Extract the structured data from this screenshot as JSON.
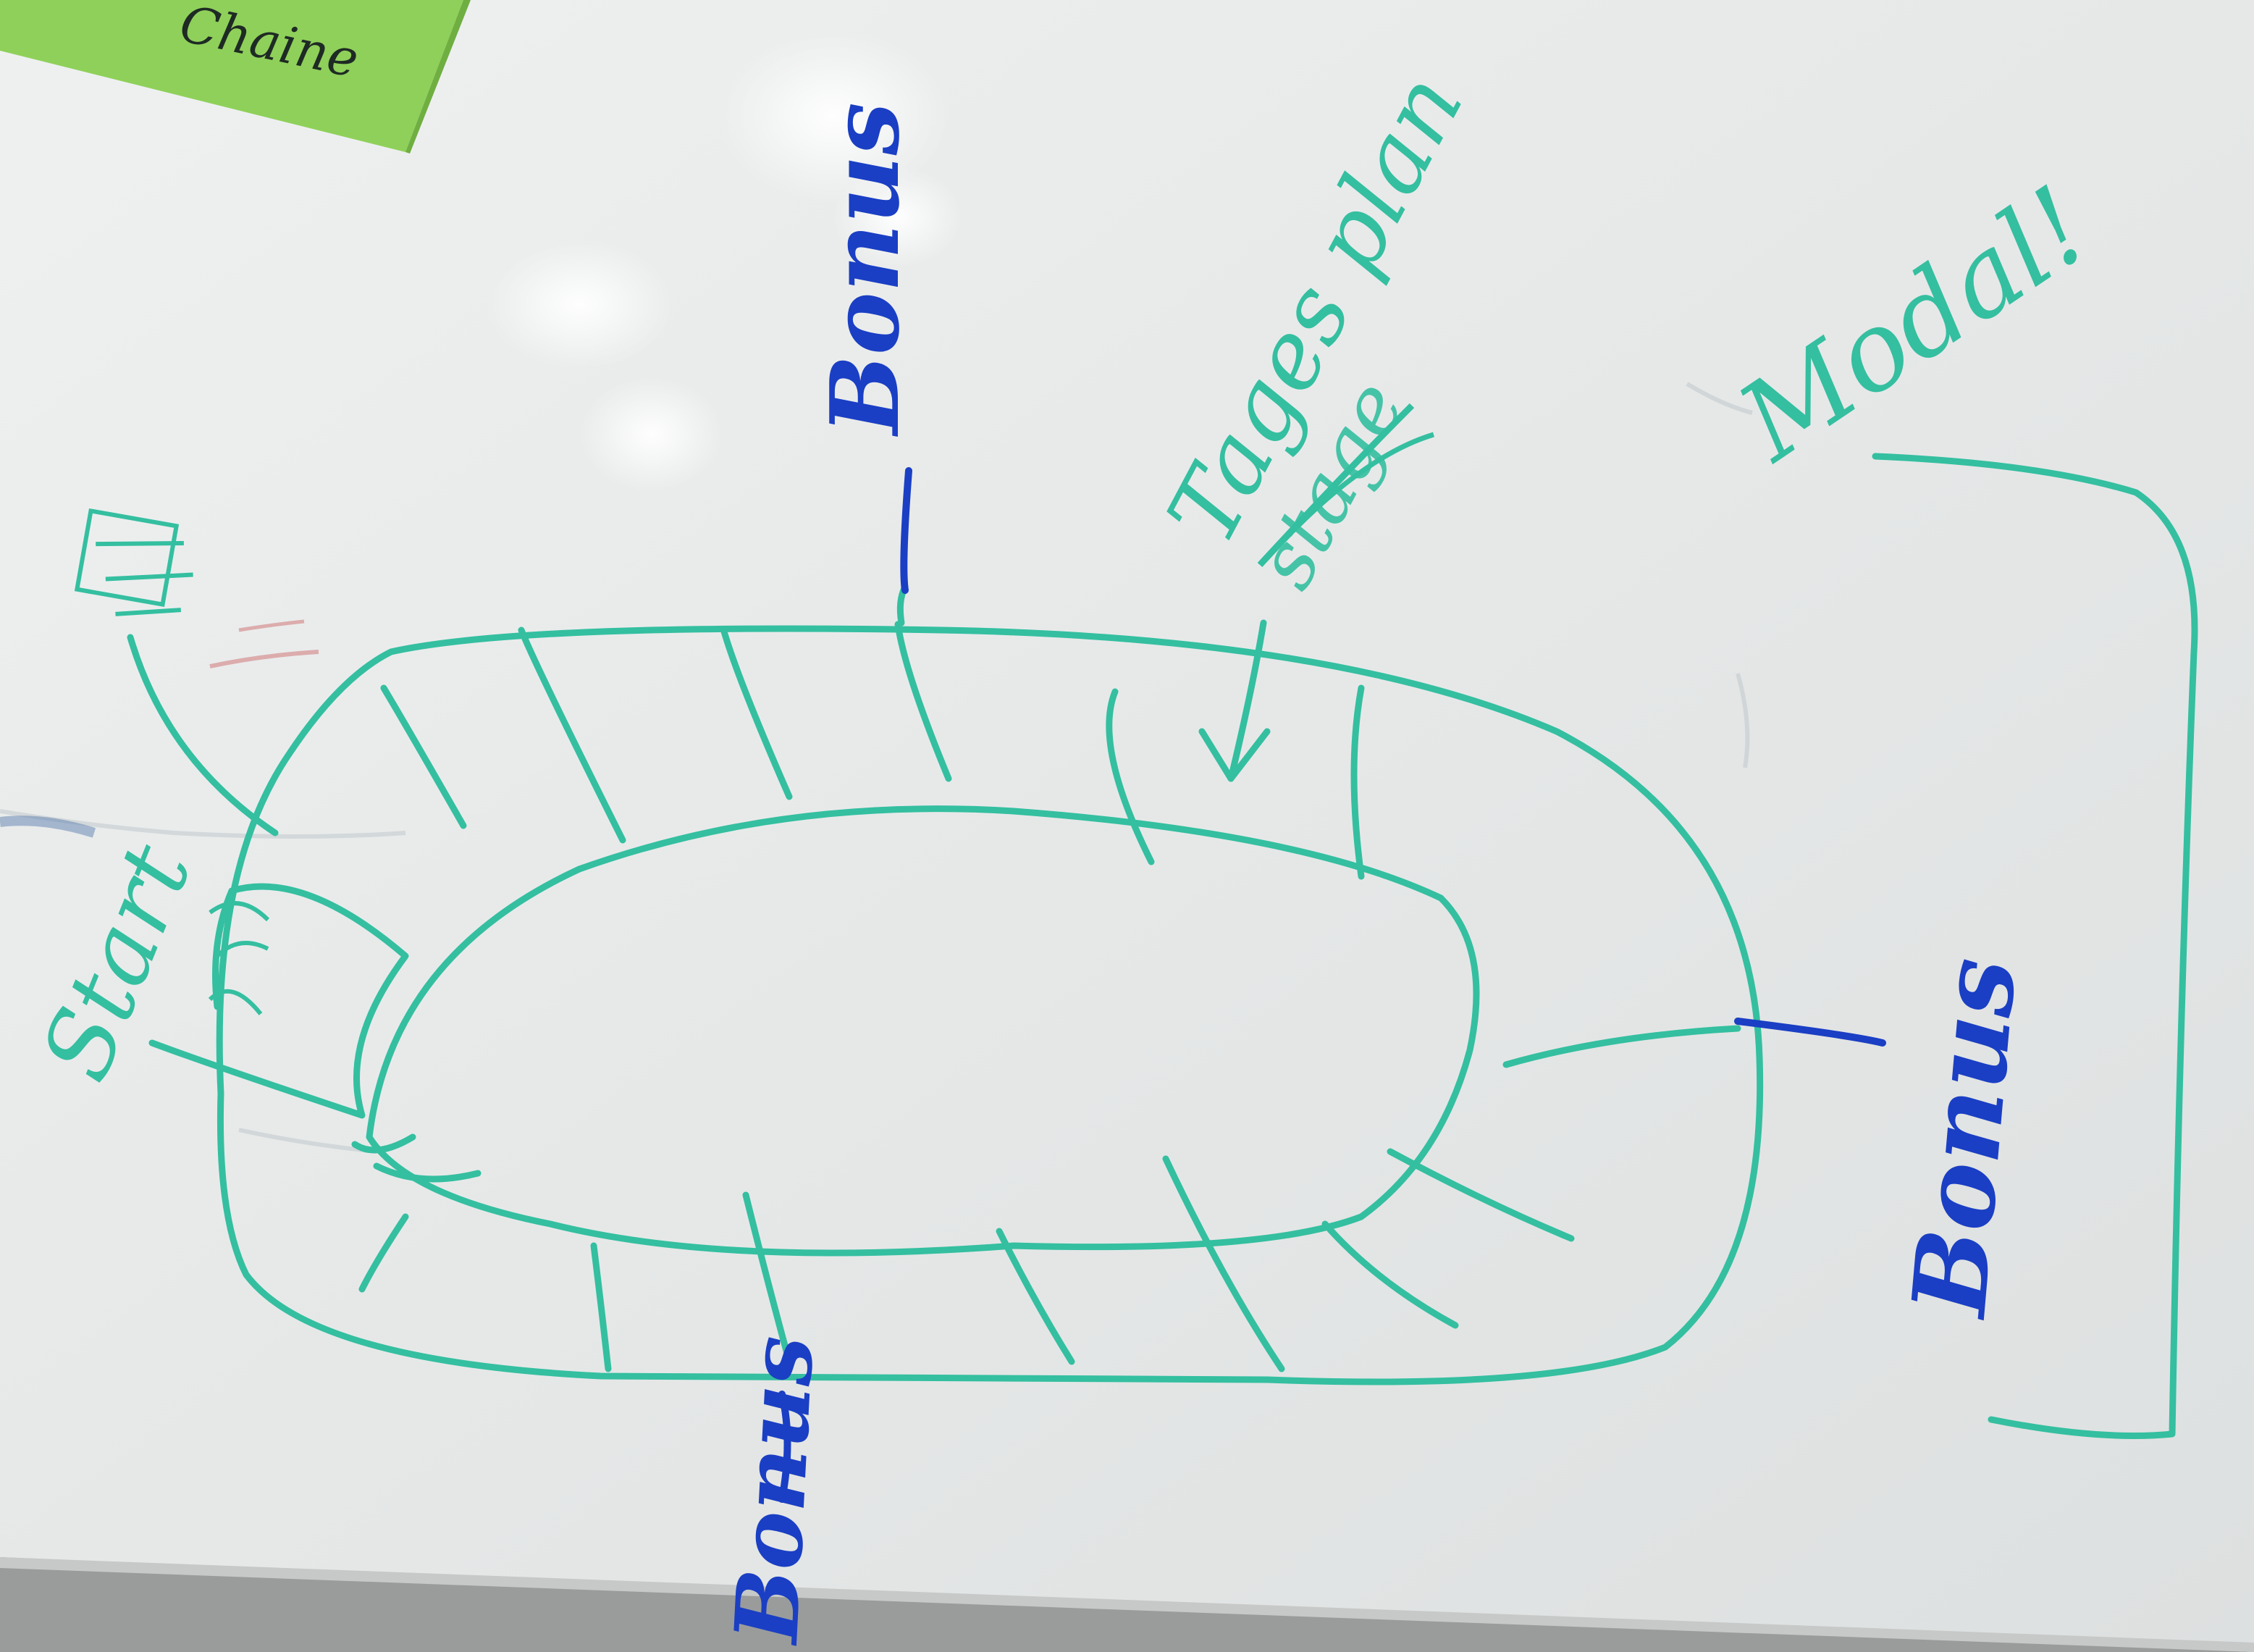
{
  "sticky_note": {
    "text": "Chaine",
    "color": "#8fd05a"
  },
  "labels": {
    "bonus_top": "Bonus",
    "bonus_right": "Bonus",
    "bonus_bottom": "Bonus",
    "start": "Start",
    "modal": "Modal!",
    "tiger_plan": "Tages plan",
    "tiger_plan_struck": "stage"
  },
  "colors": {
    "whiteboard": "#e8eaea",
    "teal_marker": "#34bfa0",
    "blue_marker": "#1a3fc4",
    "frame": "#9a9c9c"
  },
  "description_icons": {
    "start_marker": "building-icon",
    "arrow_marker": "down-arrow-icon"
  }
}
